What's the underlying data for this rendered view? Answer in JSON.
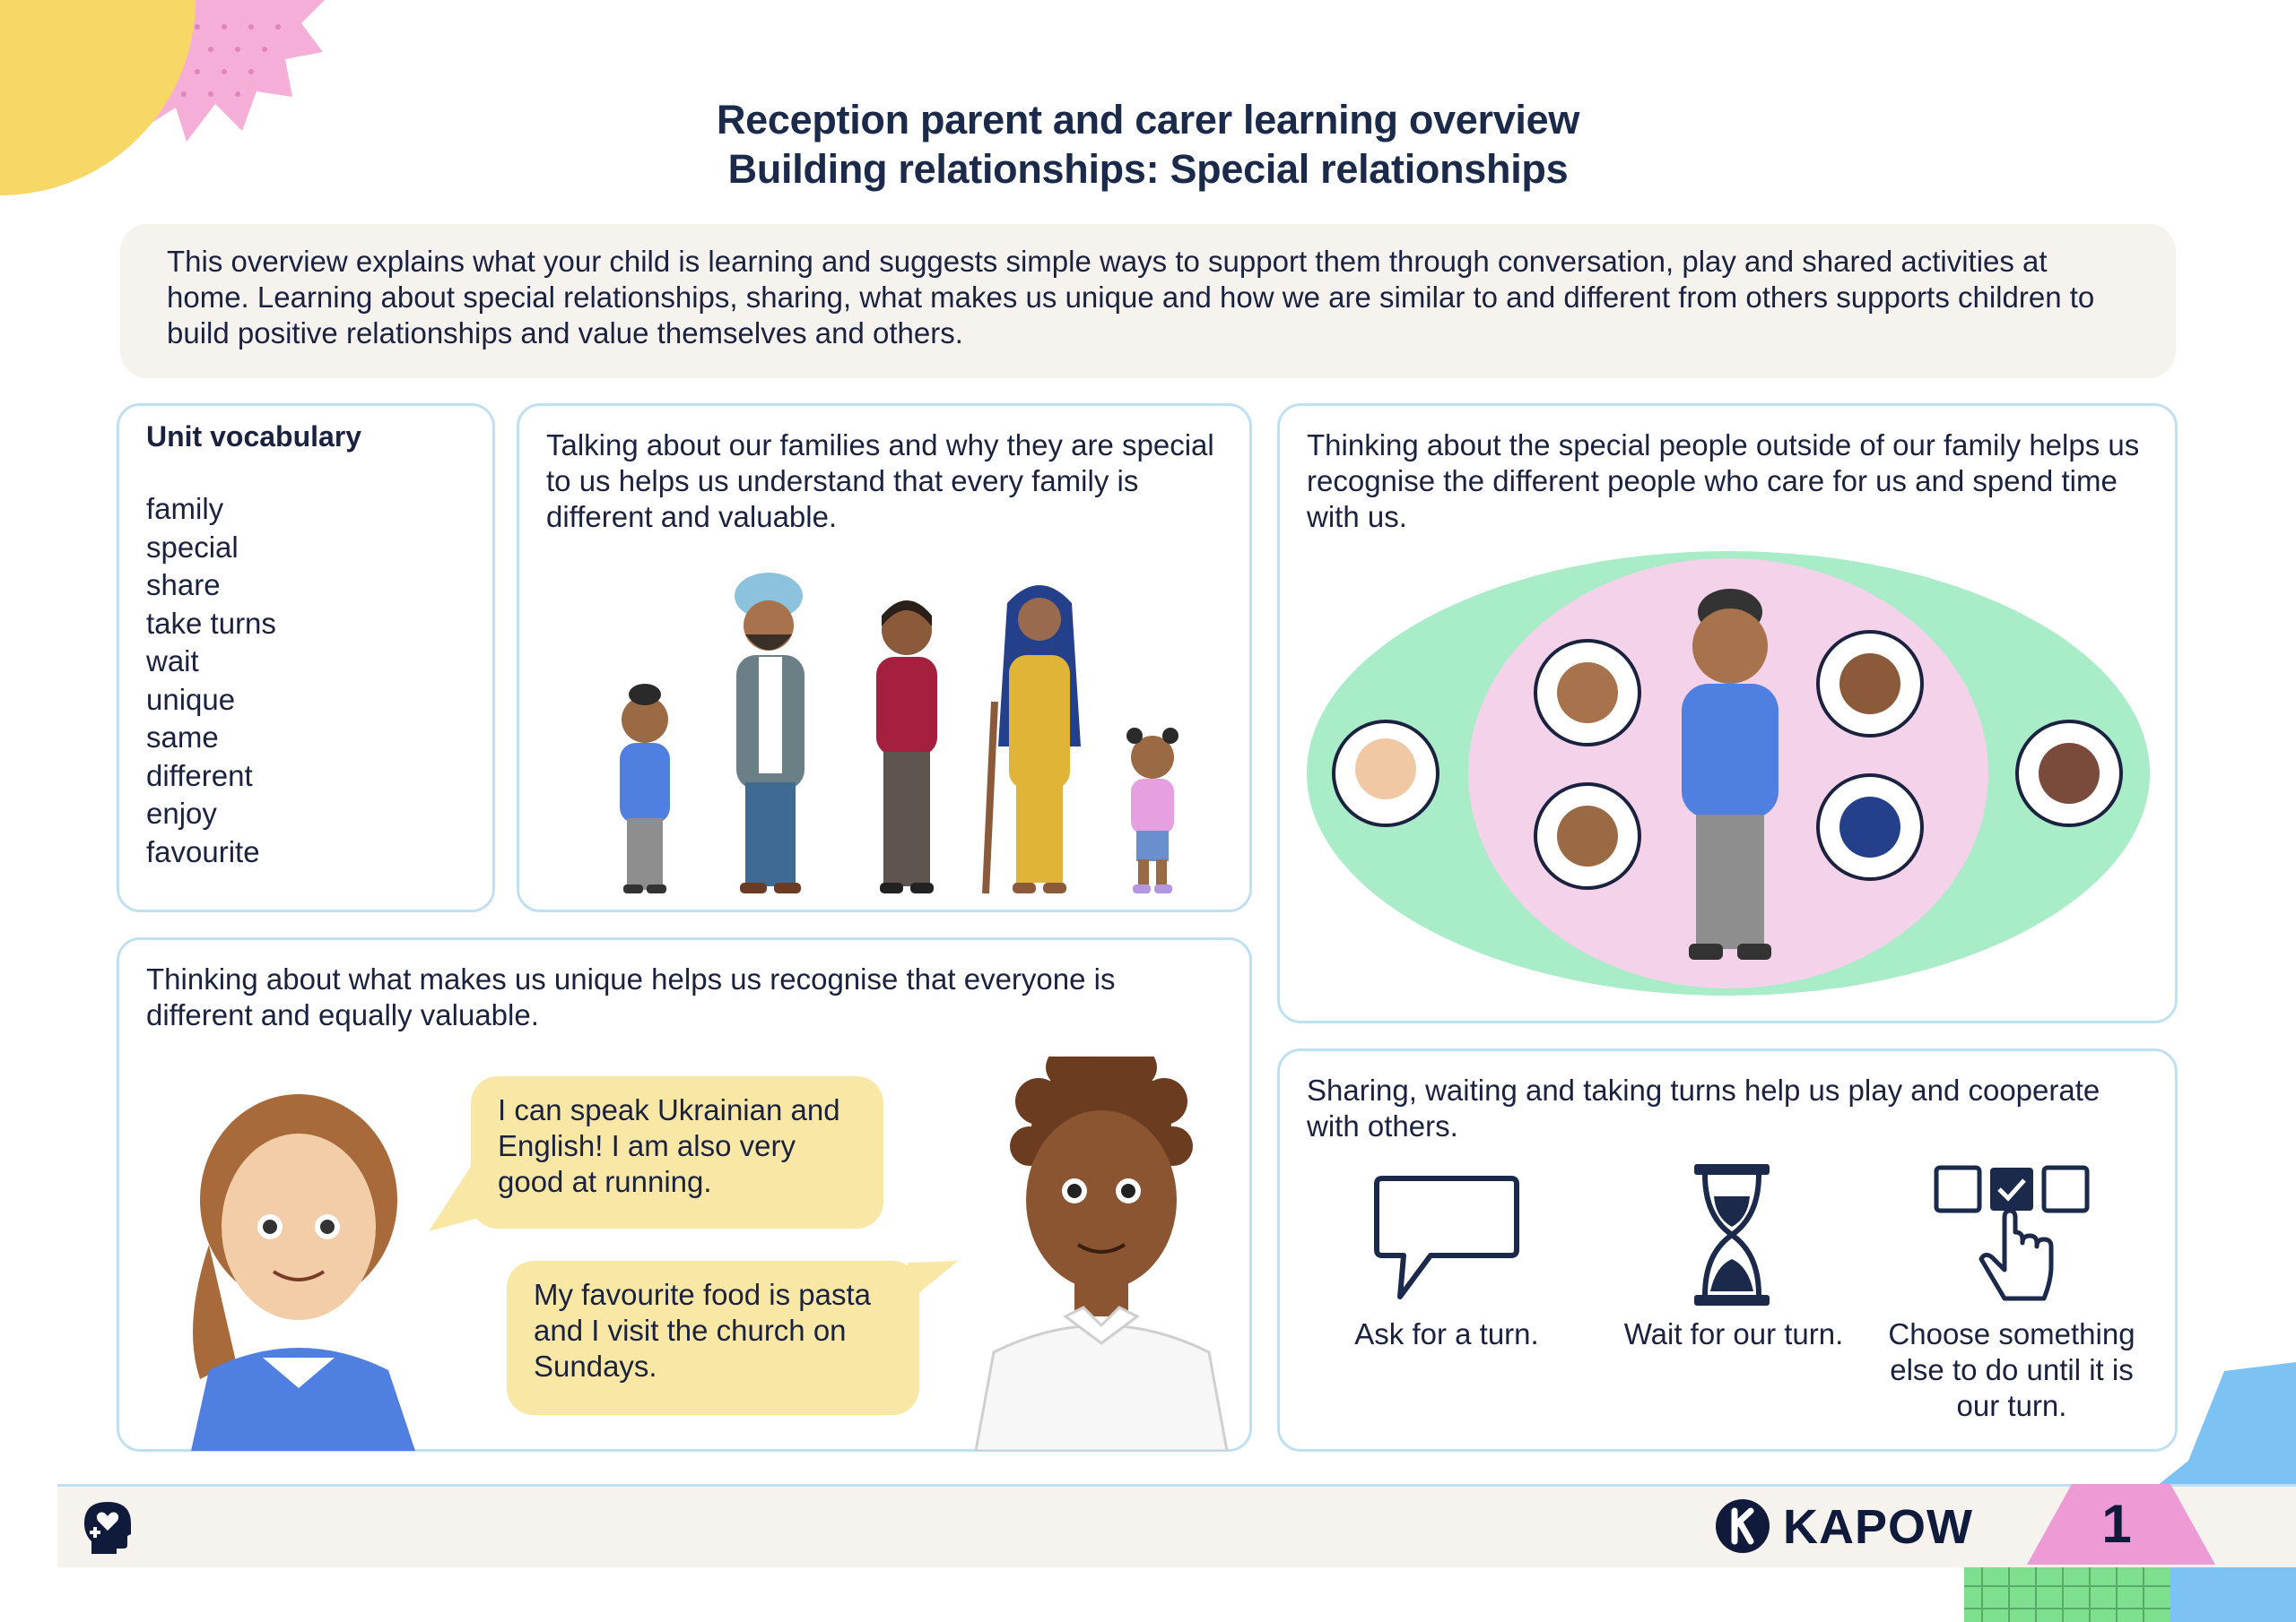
{
  "header": {
    "title_line1": "Reception parent and carer learning overview",
    "title_line2": "Building relationships: Special relationships"
  },
  "intro": "This overview explains what your child is learning and suggests simple ways to support them through conversation, play and shared activities at home. Learning about special relationships, sharing, what makes us unique and how we are similar to and different from others supports children to build positive relationships and value themselves and others.",
  "vocabulary": {
    "title": "Unit vocabulary",
    "words": [
      "family",
      "special",
      "share",
      "take turns",
      "wait",
      "unique",
      "same",
      "different",
      "enjoy",
      "favourite"
    ]
  },
  "families": {
    "text": "Talking about our families and why they are special to us helps us understand that every family is different and valuable."
  },
  "special_people": {
    "text": "Thinking about the special people outside of our family helps us recognise the different people who care for us and spend time with us."
  },
  "unique": {
    "text": "Thinking about what makes us unique helps us recognise that everyone is different and equally valuable.",
    "bubble1": "I can speak Ukrainian and English! I am also very good at running.",
    "bubble2": "My favourite food is pasta and I visit the church on Sundays."
  },
  "sharing": {
    "text": "Sharing, waiting and taking turns help us play and cooperate with others.",
    "items": [
      {
        "icon": "speech-bubble-icon",
        "label": "Ask for a turn."
      },
      {
        "icon": "hourglass-icon",
        "label": "Wait for our turn."
      },
      {
        "icon": "choose-finger-icon",
        "label": "Choose something else to do until it is our turn."
      }
    ]
  },
  "footer": {
    "brand": "KAPOW",
    "page": "1"
  },
  "colors": {
    "navy": "#1b2a4a",
    "card_border": "#bfe0f2",
    "intro_bg": "#f6f3ee",
    "bubble": "#f9e7a6",
    "outer_ellipse": "#a8ecc8",
    "inner_ellipse": "#f3d2ea",
    "sun": "#f7d765",
    "pink_burst": "#f5aed8",
    "blue_corner": "#7cc2f2",
    "green_grid": "#7ee08f",
    "pink_tab": "#ee9ad4"
  }
}
